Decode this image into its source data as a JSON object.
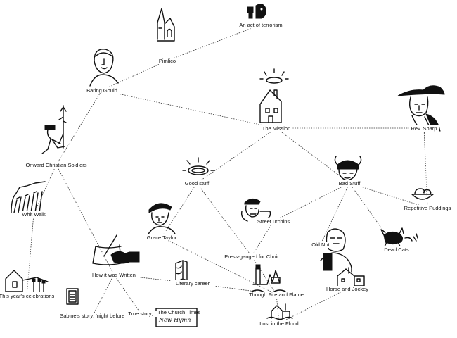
{
  "nodes": [
    {
      "id": "terrorism",
      "label": "An act of terrorism",
      "icon": "fist-face-icon"
    },
    {
      "id": "pimlico",
      "label": "Pimlico",
      "icon": "church-icon"
    },
    {
      "id": "baring",
      "label": "Baring Gould",
      "icon": "portrait-icon"
    },
    {
      "id": "mission",
      "label": "The Mission",
      "icon": "haloed-house-icon"
    },
    {
      "id": "revsharp",
      "label": "Rev. Sharp",
      "icon": "hatted-man-icon"
    },
    {
      "id": "onward",
      "label": "Onward Christian Soldiers",
      "icon": "marching-soldier-icon"
    },
    {
      "id": "good",
      "label": "Good stuff",
      "icon": "halo-icon"
    },
    {
      "id": "bad",
      "label": "Bad Stuff",
      "icon": "horned-helmet-icon"
    },
    {
      "id": "puddings",
      "label": "Repetitive Puddings",
      "icon": "pudding-bowl-icon"
    },
    {
      "id": "whit",
      "label": "Whit Walk",
      "icon": "procession-icon"
    },
    {
      "id": "urchins",
      "label": "Street urchins",
      "icon": "urchin-icon"
    },
    {
      "id": "grace",
      "label": "Grace Taylor",
      "icon": "bonnet-woman-icon"
    },
    {
      "id": "oldnut",
      "label": "Old Nut",
      "icon": "old-man-icon"
    },
    {
      "id": "deadcats",
      "label": "Dead Cats",
      "icon": "dead-cat-icon"
    },
    {
      "id": "press",
      "label": "Press-ganged for Choir",
      "icon": ""
    },
    {
      "id": "howwritten",
      "label": "How it was Written",
      "icon": "writing-hand-icon"
    },
    {
      "id": "literary",
      "label": "Literary career",
      "icon": "book-icon"
    },
    {
      "id": "horse",
      "label": "Horse and Jockey",
      "icon": "pub-icon"
    },
    {
      "id": "celebrations",
      "label": "This year's celebrations",
      "icon": "house-bunting-icon"
    },
    {
      "id": "fire",
      "label": "Though Fire and Flame",
      "icon": "burning-mill-icon"
    },
    {
      "id": "sabine",
      "label": "Sabine's story; 'night before'",
      "icon": "framed-page-icon"
    },
    {
      "id": "truestory",
      "label": "True story;",
      "icon": "newspaper-icon",
      "paper_title": "The Church Times",
      "paper_headline": "New Hymn"
    },
    {
      "id": "flood",
      "label": "Lost in the Flood",
      "icon": "flooded-house-icon"
    }
  ],
  "edges": [
    [
      "pimlico",
      "terrorism"
    ],
    [
      "pimlico",
      "baring"
    ],
    [
      "baring",
      "mission"
    ],
    [
      "baring",
      "onward"
    ],
    [
      "mission",
      "revsharp"
    ],
    [
      "mission",
      "good"
    ],
    [
      "mission",
      "bad"
    ],
    [
      "revsharp",
      "puddings"
    ],
    [
      "bad",
      "puddings"
    ],
    [
      "good",
      "grace"
    ],
    [
      "good",
      "press"
    ],
    [
      "bad",
      "urchins"
    ],
    [
      "bad",
      "oldnut"
    ],
    [
      "bad",
      "deadcats"
    ],
    [
      "urchins",
      "press"
    ],
    [
      "onward",
      "whit"
    ],
    [
      "onward",
      "howwritten"
    ],
    [
      "whit",
      "celebrations"
    ],
    [
      "grace",
      "fire"
    ],
    [
      "howwritten",
      "literary"
    ],
    [
      "literary",
      "fire"
    ],
    [
      "howwritten",
      "sabine"
    ],
    [
      "howwritten",
      "truestory"
    ],
    [
      "press",
      "fire"
    ],
    [
      "fire",
      "flood"
    ],
    [
      "horse",
      "flood"
    ]
  ]
}
